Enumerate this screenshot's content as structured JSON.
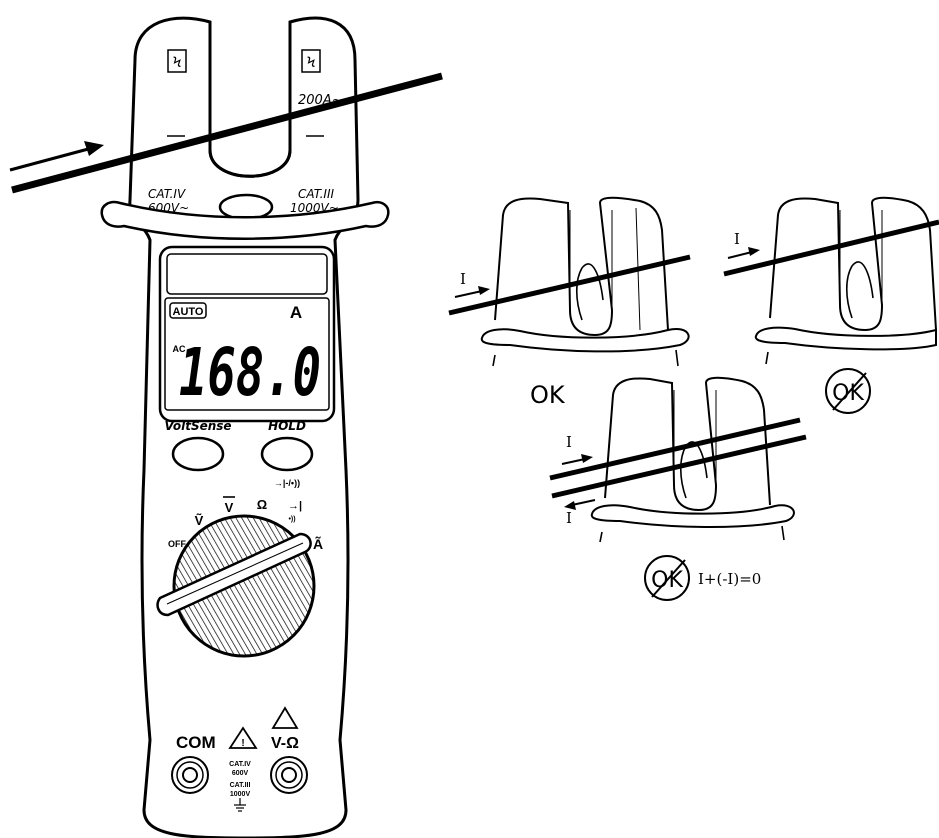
{
  "meter": {
    "jaw_left_symbol": "Ϟ",
    "jaw_right_symbol": "Ϟ",
    "jaw_rating": "200A~",
    "cat_left_line1": "CAT.IV",
    "cat_left_line2": "600V~",
    "cat_right_line1": "CAT.III",
    "cat_right_line2": "1000V~",
    "display": {
      "auto": "AUTO",
      "unit": "A",
      "mode": "AC",
      "reading": "168.0"
    },
    "buttons": {
      "voltsense": "VoltSense",
      "hold": "HOLD",
      "hold_sub": "→|-/•))"
    },
    "dial": {
      "off": "OFF",
      "v_ac": "Ṽ",
      "v_dc": "V",
      "ohm": "Ω",
      "diode": "→|",
      "beep": "•))",
      "a_ac": "Ã"
    },
    "terminals": {
      "com": "COM",
      "v_ohm": "V-Ω",
      "cat1": "CAT.IV",
      "cat1_v": "600V",
      "cat2": "CAT.III",
      "cat2_v": "1000V"
    }
  },
  "diagrams": {
    "ok_label": "OK",
    "not_ok_label": "OK",
    "current_label": "I",
    "current_label_reverse": "I",
    "equation": "I+(-I)=0"
  }
}
